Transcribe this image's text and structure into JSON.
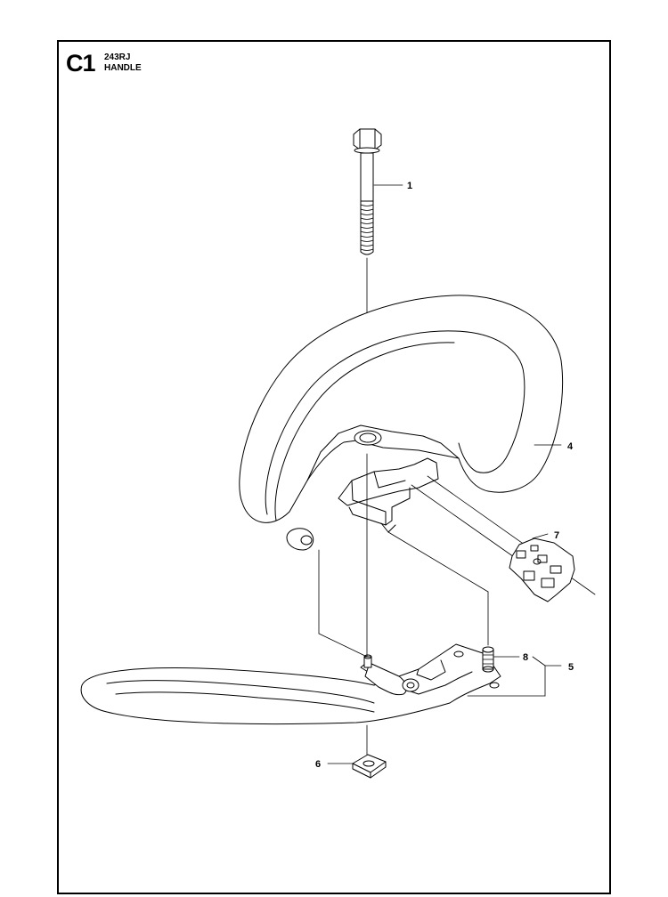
{
  "header": {
    "section_code": "C1",
    "model": "243RJ",
    "title": "HANDLE"
  },
  "callouts": [
    {
      "id": "1",
      "label": "1"
    },
    {
      "id": "4",
      "label": "4"
    },
    {
      "id": "7",
      "label": "7"
    },
    {
      "id": "8",
      "label": "8"
    },
    {
      "id": "5",
      "label": "5"
    },
    {
      "id": "6",
      "label": "6"
    }
  ]
}
